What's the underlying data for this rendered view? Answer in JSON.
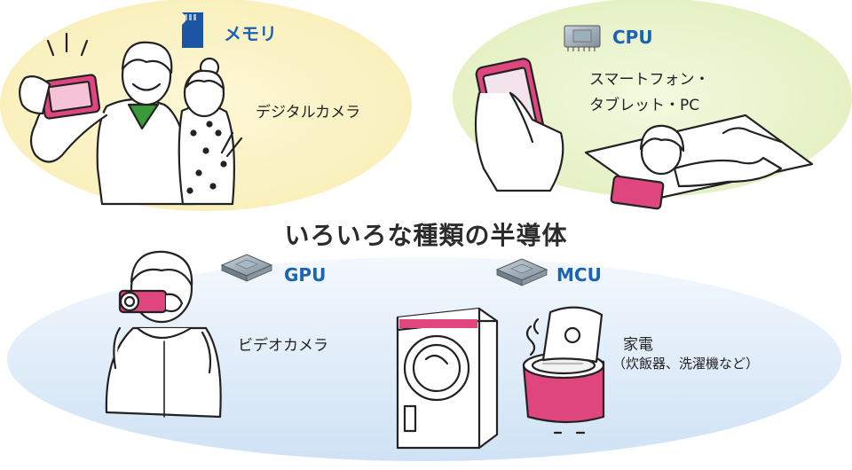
{
  "title": "いろいろな種類の半導体",
  "groups": [
    {
      "chip": "メモリ",
      "device": "デジタルカメラ",
      "chip_icon": "sd-card-icon"
    },
    {
      "chip": "CPU",
      "device_line1": "スマートフォン・",
      "device_line2": "タブレット・PC",
      "chip_icon": "chip-icon"
    },
    {
      "chip": "GPU",
      "device": "ビデオカメラ",
      "chip_icon": "chip-icon"
    },
    {
      "chip": "MCU",
      "device_line1": "家電",
      "device_line2": "（炊飯器、洗濯機など）",
      "chip_icon": "chip-icon"
    }
  ],
  "colors": {
    "accent_pink": "#e0467e",
    "chip_label": "#1b63b4",
    "memory_bubble": "#fbf3c8",
    "cpu_bubble": "#eaf4cf",
    "bottom_bubble": "#dbe9f7"
  }
}
